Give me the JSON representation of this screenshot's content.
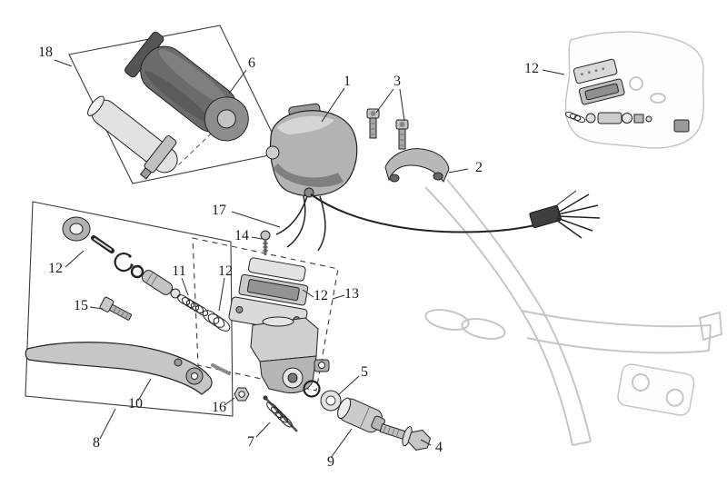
{
  "diagram": {
    "callouts": {
      "n18": "18",
      "n6": "6",
      "n1": "1",
      "n3": "3",
      "n12_kit": "12",
      "n2": "2",
      "n17": "17",
      "n14": "14",
      "n12_boot": "12",
      "n11": "11",
      "n12_seals": "12",
      "n12_plates": "12",
      "n13": "13",
      "n15": "15",
      "n10": "10",
      "n16": "16",
      "n5": "5",
      "n8": "8",
      "n7": "7",
      "n9": "9",
      "n4": "4"
    },
    "palette": {
      "background": "#ffffff",
      "outline": "#222222",
      "ghost_gray": "#c6c6c6",
      "metal_light": "#d9d9d9",
      "metal_mid": "#b3b3b3",
      "grip_dark": "#6b6b6b"
    }
  }
}
